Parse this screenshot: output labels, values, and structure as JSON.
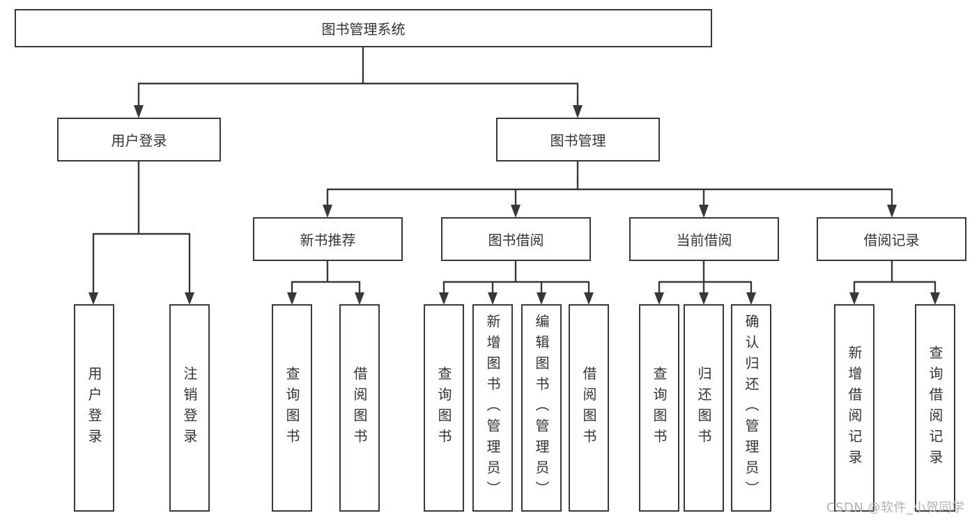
{
  "tree": {
    "root": {
      "label": "图书管理系统",
      "children": [
        {
          "label": "用户登录",
          "children": [
            {
              "label": "用户登录"
            },
            {
              "label": "注销登录"
            }
          ]
        },
        {
          "label": "图书管理",
          "children": [
            {
              "label": "新书推荐",
              "children": [
                {
                  "label": "查询图书"
                },
                {
                  "label": "借阅图书"
                }
              ]
            },
            {
              "label": "图书借阅",
              "children": [
                {
                  "label": "查询图书"
                },
                {
                  "label": "新增图书（管理员）"
                },
                {
                  "label": "编辑图书（管理员）"
                },
                {
                  "label": "借阅图书"
                }
              ]
            },
            {
              "label": "当前借阅",
              "children": [
                {
                  "label": "查询图书"
                },
                {
                  "label": "归还图书"
                },
                {
                  "label": "确认归还（管理员）"
                }
              ]
            },
            {
              "label": "借阅记录",
              "children": [
                {
                  "label": "新增借阅记录"
                },
                {
                  "label": "查询借阅记录"
                }
              ]
            }
          ]
        }
      ]
    }
  },
  "watermark": {
    "text": "CSDN @软件_小贺同学"
  },
  "style": {
    "line_color": "#383838",
    "text_color": "#333333",
    "watermark_color": "#b2b2b2",
    "background": "#ffffff"
  }
}
